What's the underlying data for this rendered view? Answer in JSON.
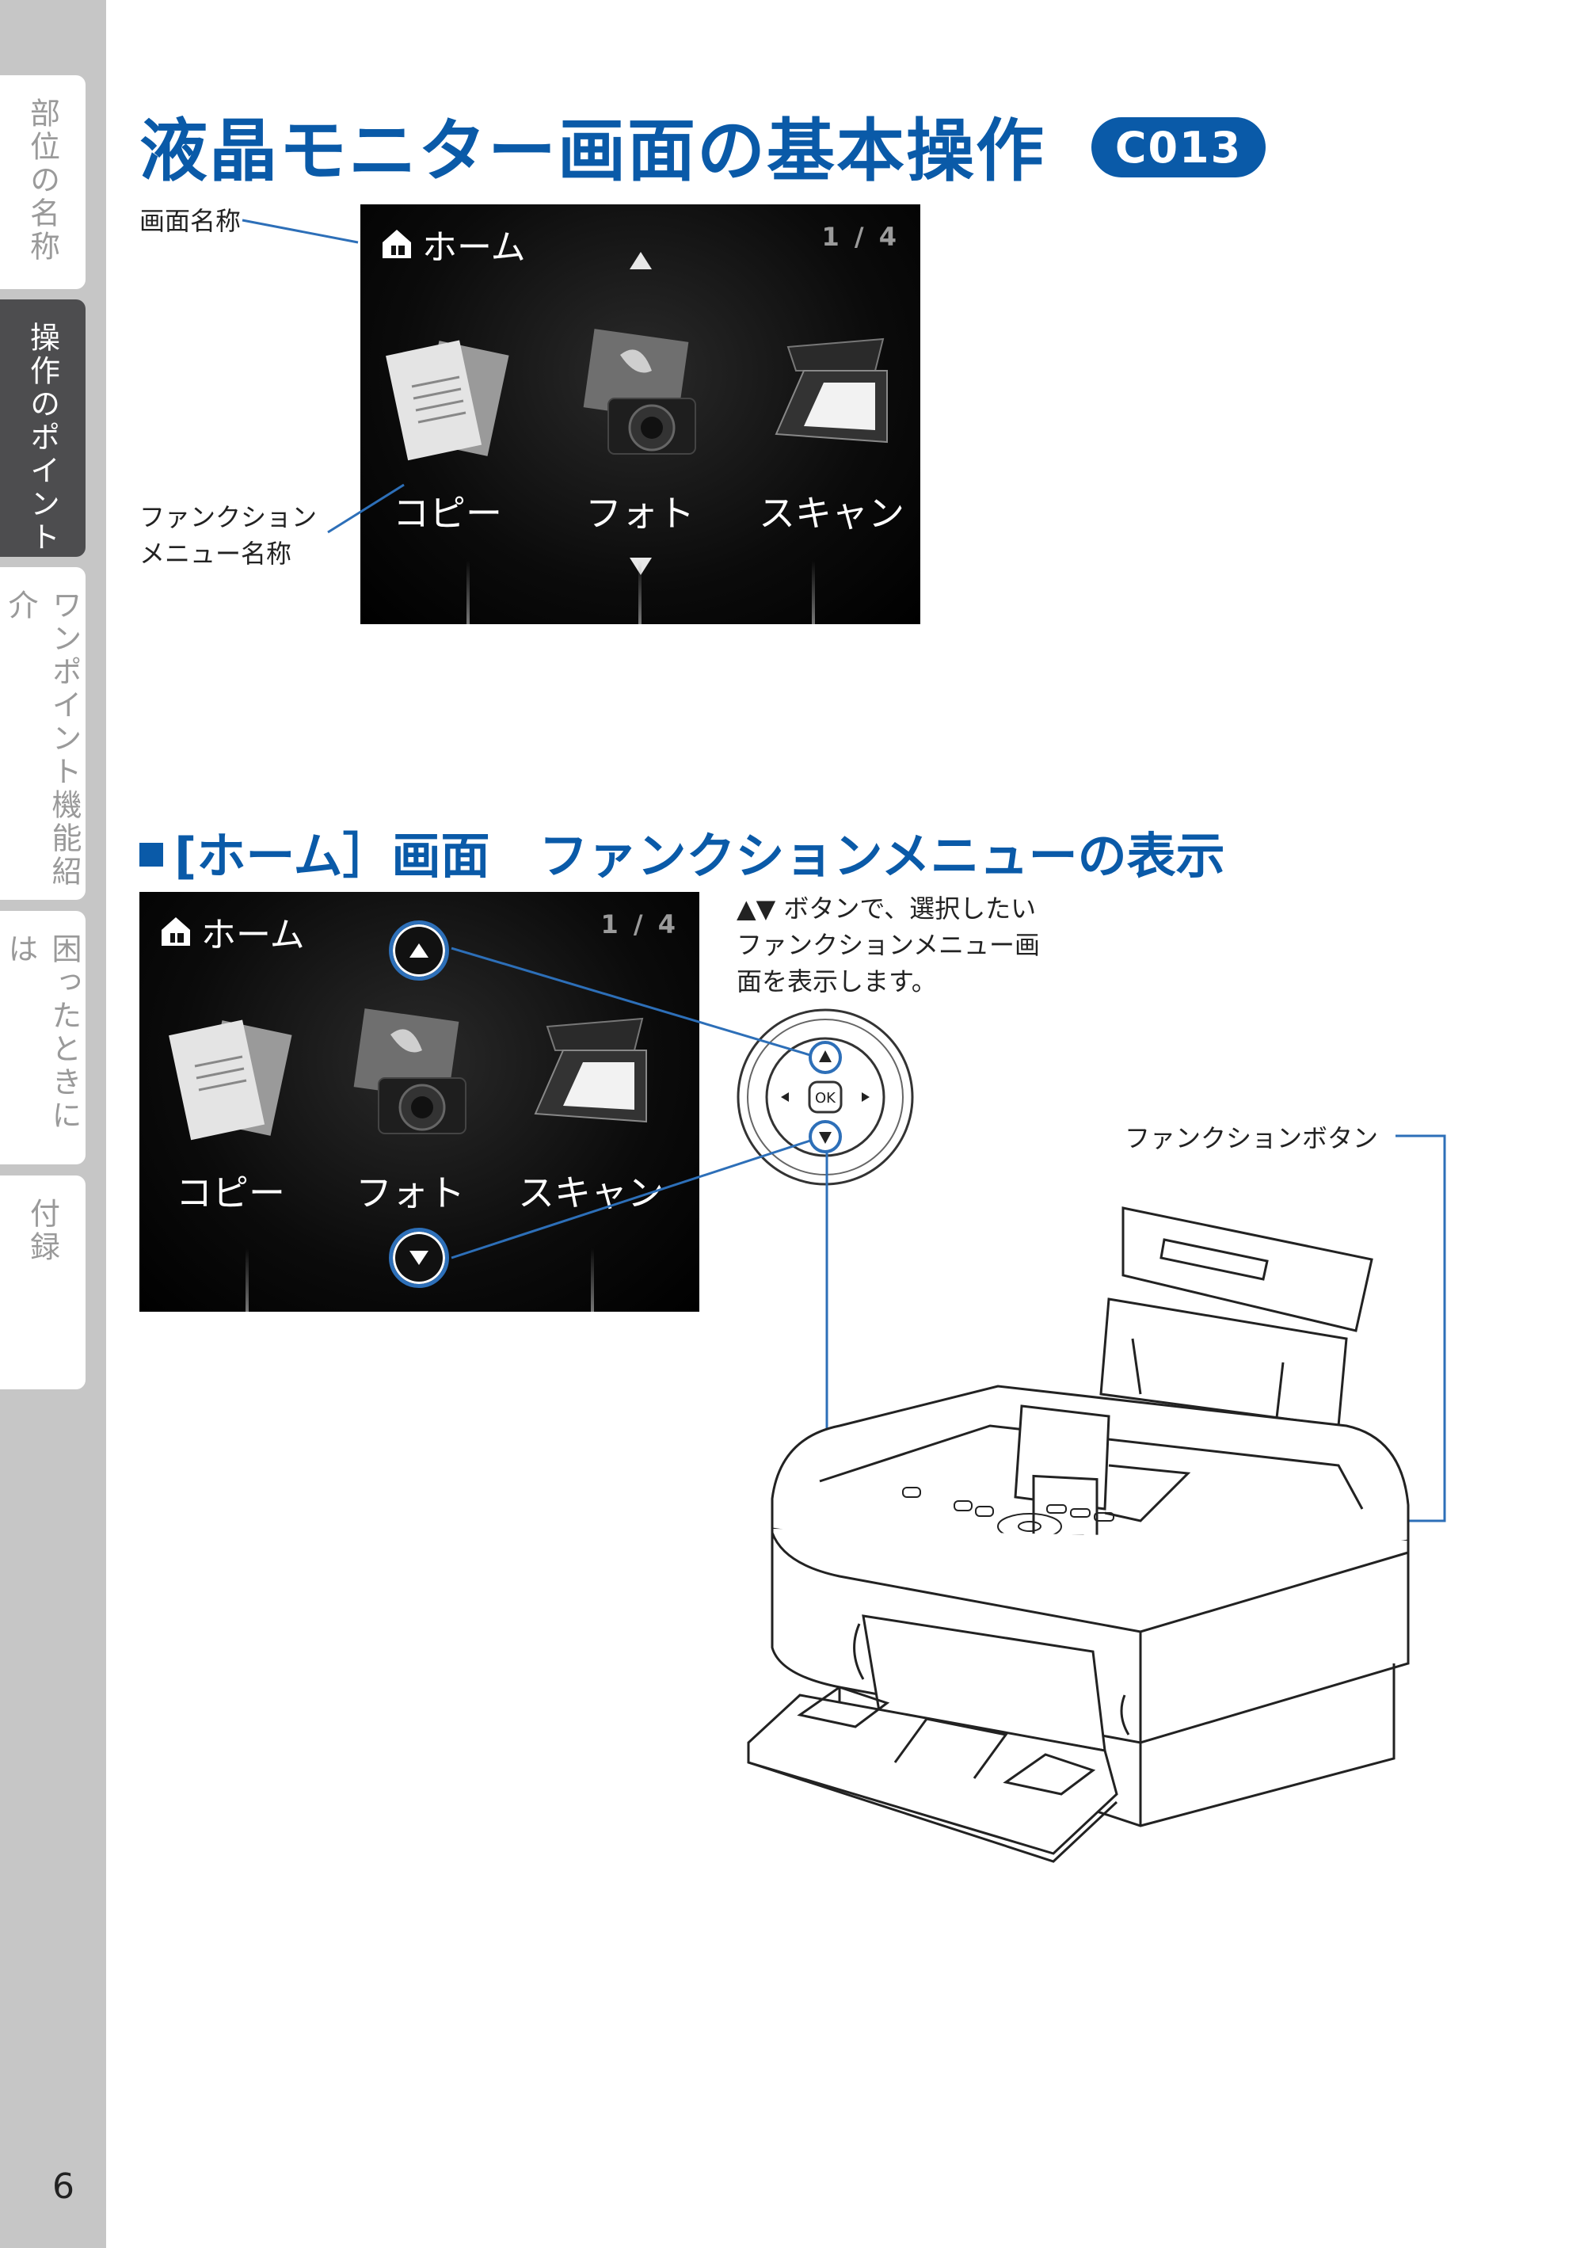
{
  "side_tabs": [
    {
      "label": "部位の名称",
      "active": false
    },
    {
      "label": "操作のポイント",
      "active": true
    },
    {
      "label": "ワンポイント機能紹介",
      "active": false
    },
    {
      "label": "困ったときには",
      "active": false
    },
    {
      "label": "付録",
      "active": false
    }
  ],
  "page_number": "6",
  "title": "液晶モニター画面の基本操作",
  "badge": "C013",
  "callout_screen_name": "画面名称",
  "callout_function_menu": [
    "ファンクション",
    "メニュー名称"
  ],
  "section_heading": "[ホーム］画面　ファンクションメニューの表示",
  "lcd": {
    "title": "ホーム",
    "page": "1 / 4",
    "items": [
      {
        "label": "コピー",
        "icon": "copy-documents-icon"
      },
      {
        "label": "フォト",
        "icon": "photo-camera-icon"
      },
      {
        "label": "スキャン",
        "icon": "scanner-icon"
      }
    ]
  },
  "instruction": [
    "▲▼ ボタンで、選択したい",
    "ファンクションメニュー画",
    "面を表示します。"
  ],
  "function_button_label": "ファンクションボタン",
  "controller": {
    "ok_label": "OK"
  },
  "colors": {
    "accent": "#0a5aa8",
    "leader": "#2d6fb8",
    "rail": "#c6c6c6",
    "active_tab": "#4d4d4f"
  }
}
